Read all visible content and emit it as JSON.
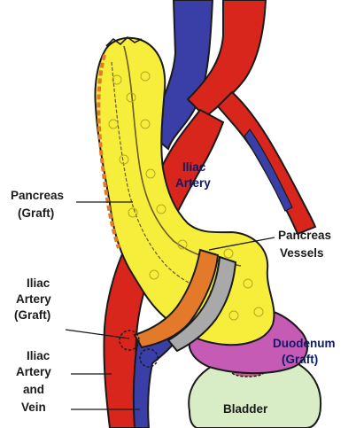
{
  "labels": {
    "iliac_artery_1": "Iliac",
    "iliac_artery_2": "Artery",
    "pancreas_graft_1": "Pancreas",
    "pancreas_graft_2": "(Graft)",
    "pancreas_vessels_1": "Pancreas",
    "pancreas_vessels_2": "Vessels",
    "iliac_artery_graft_1": "Iliac",
    "iliac_artery_graft_2": "Artery",
    "iliac_artery_graft_3": "(Graft)",
    "iliac_artery_vein_1": "Iliac",
    "iliac_artery_vein_2": "Artery",
    "iliac_artery_vein_3": "and",
    "iliac_artery_vein_4": "Vein",
    "duodenum_graft_1": "Duodenum",
    "duodenum_graft_2": "(Graft)",
    "bladder": "Bladder"
  },
  "colors": {
    "artery": "#d9261c",
    "vein": "#3a3fa8",
    "pancreas": "#f6ee3a",
    "duodenum": "#c65bb6",
    "bladder": "#d8ecc6",
    "graft_vessel": "#e27a2a"
  }
}
